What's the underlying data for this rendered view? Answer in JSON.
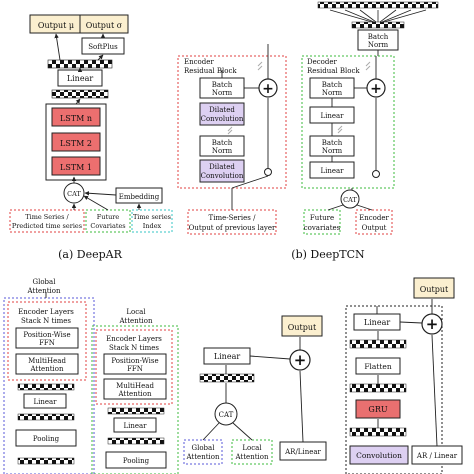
{
  "colors": {
    "output_fill": "#fbefcf",
    "lstm_fill": "#ec6f6f",
    "conv_fill": "#ddd0f2",
    "gru_fill": "#e97070",
    "red_dash": "#e04040",
    "green_dash": "#3dbb3d",
    "blue_dash": "#5a5ad8",
    "cyan_dash": "#35c4c4"
  },
  "deepar": {
    "caption": "(a) DeepAR",
    "output_mu": "Output μ",
    "output_sigma": "Output σ",
    "softplus": "SoftPlus",
    "linear": "Linear",
    "lstm_n": "LSTM n",
    "lstm_2": "LSTM 2",
    "lstm_1": "LSTM 1",
    "cat": "CAT",
    "embedding": "Embedding",
    "input_series_1": "Time Series /",
    "input_series_2": "Predicted time series",
    "input_cov_1": "Future",
    "input_cov_2": "Covariates",
    "input_idx_1": "Time series",
    "input_idx_2": "Index"
  },
  "deeptcn": {
    "caption": "(b) DeepTCN",
    "top_batch_norm_1": "Batch",
    "top_batch_norm_2": "Norm",
    "enc_title_1": "Encoder",
    "enc_title_2": "Residual Block",
    "dec_title_1": "Decoder",
    "dec_title_2": "Residual Block",
    "batch": "Batch",
    "norm": "Norm",
    "dilated": "Dilated",
    "convolution": "Convolution",
    "linear": "Linear",
    "cat": "CAT",
    "in_series_1": "Time-Series /",
    "in_series_2": "Output of previous layer",
    "in_future_1": "Future",
    "in_future_2": "covariates",
    "in_encout_1": "Encoder",
    "in_encout_2": "Output"
  },
  "attention": {
    "global_title_1": "Global",
    "global_title_2": "Attention",
    "local_title_1": "Local",
    "local_title_2": "Attention",
    "enc_layers_1": "Encoder Layers",
    "enc_layers_2": "Stack N times",
    "pwffn_1": "Position-Wise",
    "pwffn_2": "FFN",
    "mha_1": "MultiHead",
    "mha_2": "Attention",
    "linear": "Linear",
    "pooling": "Pooling",
    "output": "Output",
    "cat": "CAT",
    "global_attention_1": "Global",
    "global_attention_2": "Attention",
    "local_attention_1": "Local",
    "local_attention_2": "Attention",
    "ar_linear": "AR/Linear"
  },
  "gru_model": {
    "output": "Output",
    "linear": "Linear",
    "flatten": "Flatten",
    "gru": "GRU",
    "convolution": "Convolution",
    "ar_linear": "AR / Linear"
  }
}
